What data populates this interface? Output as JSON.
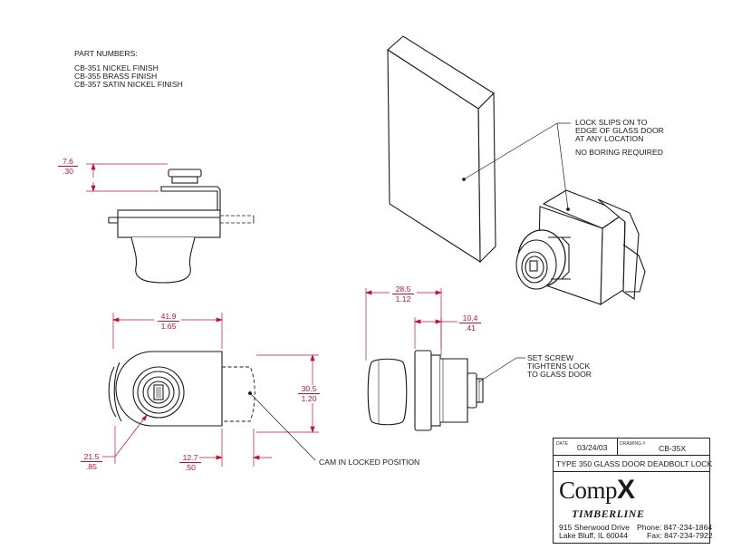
{
  "part_numbers": {
    "heading": "PART NUMBERS:",
    "items": [
      "CB-351 NICKEL FINISH",
      "CB-355 BRASS FINISH",
      "CB-357 SATIN NICKEL FINISH"
    ]
  },
  "callouts": {
    "slips": [
      "LOCK SLIPS ON TO",
      "EDGE OF GLASS DOOR",
      "AT ANY LOCATION"
    ],
    "no_boring": "NO BORING REQUIRED",
    "set_screw": [
      "SET SCREW",
      "TIGHTENS LOCK",
      "TO GLASS DOOR"
    ],
    "cam": "CAM IN LOCKED POSITION"
  },
  "dimensions": [
    {
      "mm": "7.6",
      "in": ".30"
    },
    {
      "mm": "41.9",
      "in": "1.65"
    },
    {
      "mm": "30.5",
      "in": "1.20"
    },
    {
      "mm": "21.5",
      "in": ".85"
    },
    {
      "mm": "12.7",
      "in": ".50"
    },
    {
      "mm": "28.5",
      "in": "1.12"
    },
    {
      "mm": "10.4",
      "in": ".41"
    }
  ],
  "title_block": {
    "date_label": "DATE",
    "date": "03/24/03",
    "drawing_label": "DRAWING #",
    "drawing_no": "CB-35X",
    "title": "TYPE 350 GLASS DOOR DEADBOLT LOCK",
    "brand_main": "Comp",
    "brand_x": "X",
    "brand_sub": "TIMBERLINE",
    "address1": "915 Sherwood Drive",
    "address2": "Lake Bluff, IL  60044",
    "phone": "Phone: 847-234-1864",
    "fax": "Fax: 847-234-7922"
  },
  "colors": {
    "dimension": "#c8102e",
    "line": "#1a1a1a"
  }
}
